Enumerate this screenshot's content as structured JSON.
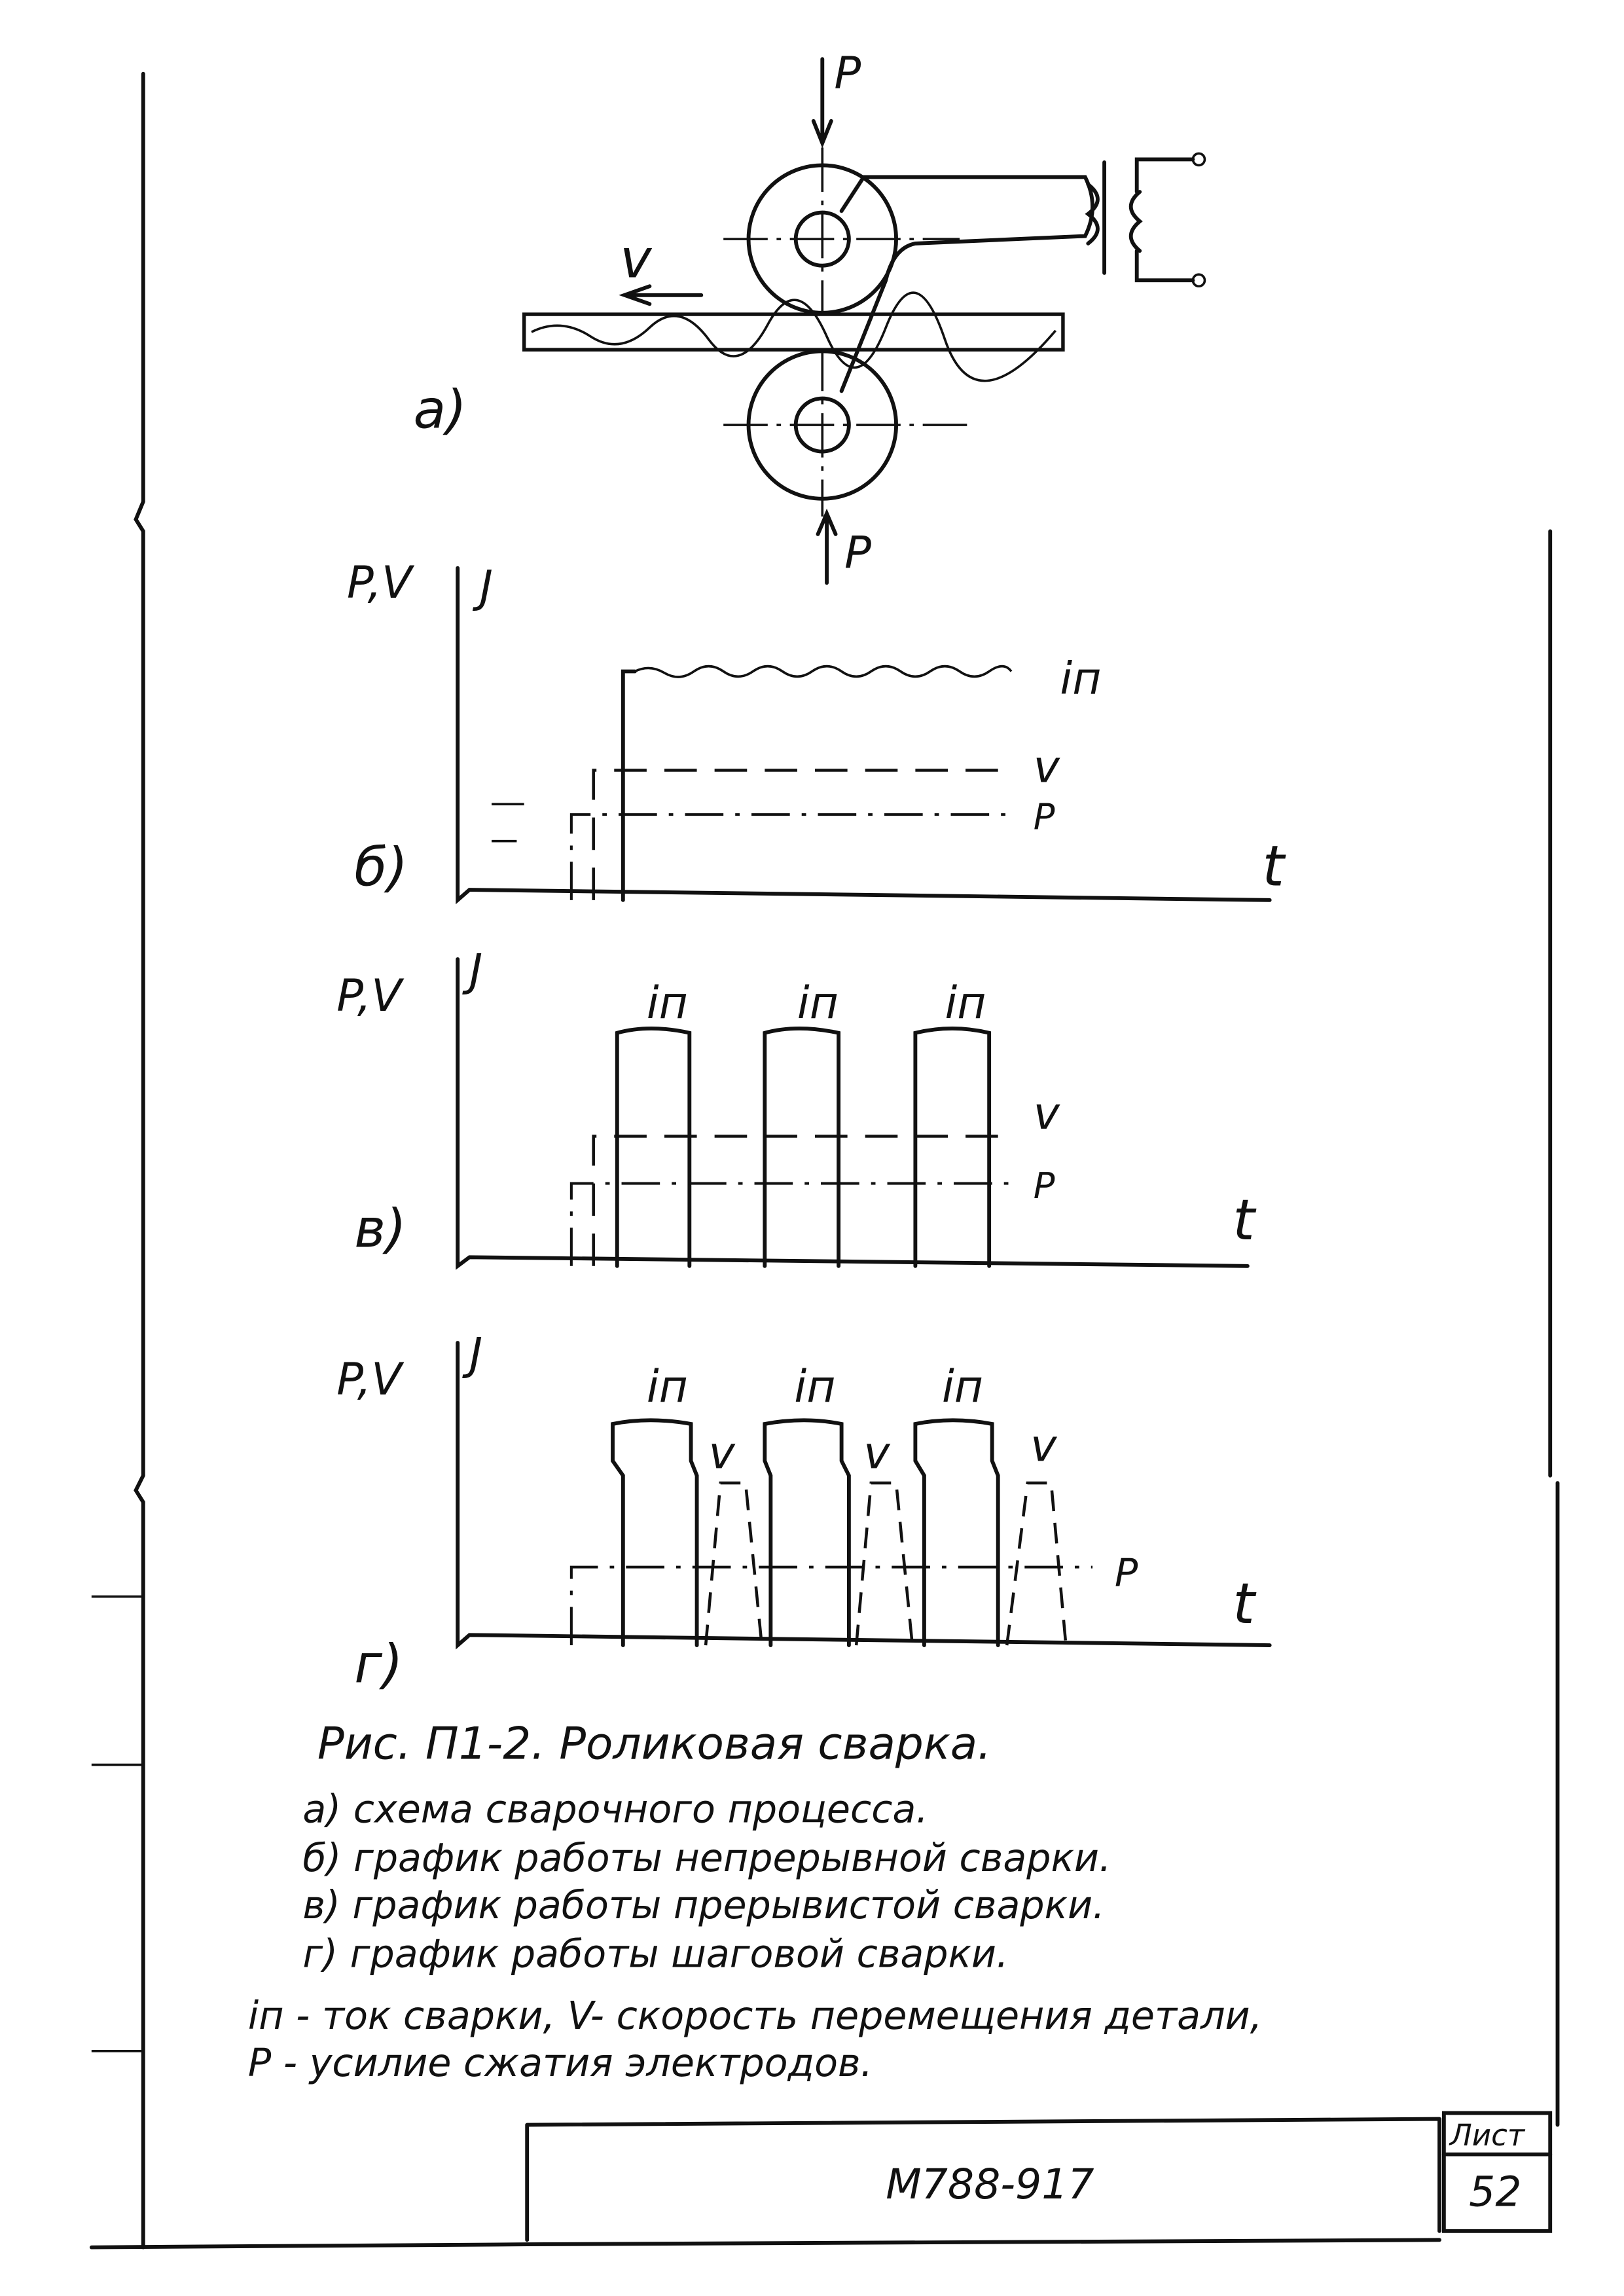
{
  "figure_a": {
    "label": "а)",
    "force_top": "P",
    "force_bottom": "P",
    "velocity": "v"
  },
  "graph_b": {
    "label": "б)",
    "y_label_left": "P,V",
    "y_label_right": "J",
    "current_label": "iп",
    "velocity_label": "v",
    "force_label": "P",
    "x_label": "t"
  },
  "graph_v": {
    "label": "в)",
    "y_label_left": "P,V",
    "y_label_right": "J",
    "current_labels": [
      "iп",
      "iп",
      "iп"
    ],
    "velocity_label": "v",
    "force_label": "P",
    "x_label": "t"
  },
  "graph_g": {
    "label": "г)",
    "y_label_left": "P,V",
    "y_label_right": "J",
    "current_labels": [
      "iп",
      "iп",
      "iп"
    ],
    "velocity_labels": [
      "v",
      "v",
      "v"
    ],
    "force_label": "P",
    "x_label": "t"
  },
  "caption": {
    "title": "Рис. П1-2. Роликовая сварка.",
    "items": [
      "а) схема сварочного процесса.",
      "б) график работы непрерывной сварки.",
      "в) график работы прерывистой сварки.",
      "г) график работы шаговой сварки."
    ],
    "legend": [
      "iп - ток сварки, V- скорость перемещения детали,",
      "P - усилие сжатия электродов."
    ]
  },
  "title_block": {
    "document_code": "М788-917",
    "sheet_label": "Лист",
    "sheet_number": "52"
  }
}
